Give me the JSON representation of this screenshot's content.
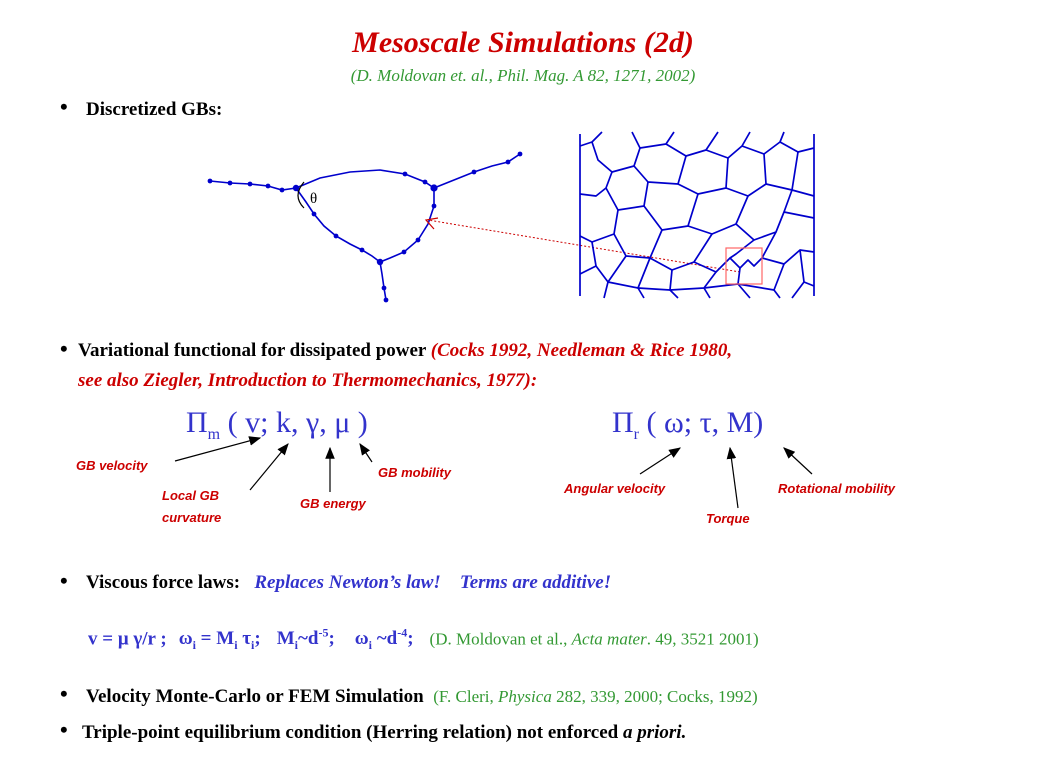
{
  "slide": {
    "title": "Mesoscale Simulations (2d)",
    "subtitle": "(D. Moldovan et. al., Phil. Mag. A 82, 1271, 2002)",
    "bullet_char": "•"
  },
  "discretized": {
    "label": "Discretized GBs:",
    "theta": "θ"
  },
  "variational": {
    "text": "Variational functional for dissipated power ",
    "ref1": "(Cocks 1992, Needleman & Rice 1980,",
    "ref2": "see also Ziegler,  Introduction to Thermomechanics, 1977):"
  },
  "functionals": {
    "pi_m": "Π",
    "pi_m_sub": "m",
    "pi_m_args": " ( v; k, γ, μ )",
    "pi_r": "Π",
    "pi_r_sub": "r",
    "pi_r_args": " ( ω; τ, M)"
  },
  "labels": {
    "gb_velocity": "GB velocity",
    "local_gb": "Local GB",
    "curvature": "curvature",
    "gb_energy": "GB energy",
    "gb_mobility": "GB mobility",
    "angular_velocity": "Angular velocity",
    "torque": "Torque",
    "rotational_mobility": "Rotational mobility"
  },
  "viscous": {
    "label": "Viscous force laws:",
    "note1": "Replaces Newton’s law!",
    "note2": "Terms are additive!"
  },
  "equations": {
    "e1": "v = μ γ/r ;",
    "e2a": "ω",
    "e2sub": "i",
    "e2b": " = M",
    "e2sub2": "i",
    "e2c": " τ",
    "e2sub3": "i",
    "e2d": ";",
    "e3a": "M",
    "e3sub": "i",
    "e3b": "~d",
    "e3sup": "-5",
    "e3c": ";",
    "e4a": "ω",
    "e4sub": "i",
    "e4b": " ~d",
    "e4sup": "-4",
    "e4c": ";",
    "ref_a": "(D. Moldovan et al., ",
    "ref_b": "Acta mater",
    "ref_c": ". 49, 3521 2001)"
  },
  "velocity": {
    "label": "Velocity Monte-Carlo or FEM Simulation",
    "ref_a": "(F. Cleri, ",
    "ref_b": "Physica",
    "ref_c": " 282, 339, 2000; Cocks, 1992)"
  },
  "triple": {
    "text": "Triple-point equilibrium condition (Herring relation) not enforced ",
    "emph": "a priori."
  },
  "colors": {
    "title": "#cc0000",
    "reference": "#339933",
    "formula": "#3333cc",
    "grain_lines": "#0000cc"
  }
}
